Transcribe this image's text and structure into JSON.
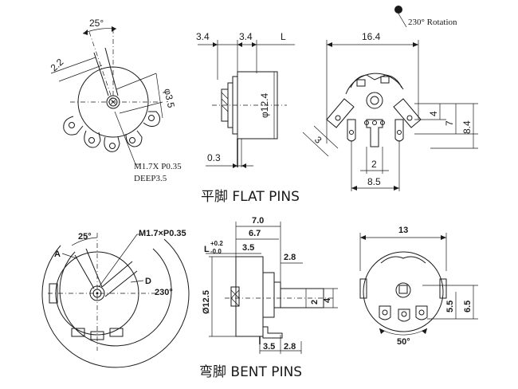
{
  "rotation": {
    "label": "230°  Rotation"
  },
  "flat": {
    "caption": "平脚 FLAT PINS",
    "front": {
      "angle": "25°",
      "width": "2.2",
      "dia": "φ3.5",
      "thread_1": "M1.7X P0.35",
      "thread_2": "DEEP3.5"
    },
    "side": {
      "d1": "3.4",
      "d2": "3.4",
      "d3": "L",
      "dia": "φ12.4",
      "thk": "0.3"
    },
    "back": {
      "width": "16.4",
      "h1": "4",
      "h2": "7",
      "h3": "8.4",
      "pin_w": "3",
      "pitch": "2",
      "span": "8.5"
    }
  },
  "bent": {
    "caption": "弯脚 BENT PINS",
    "front": {
      "angle": "25°",
      "thread": "M1.7×P0.35",
      "label_a": "A",
      "label_d": "D",
      "rotation": "230°"
    },
    "side": {
      "d1": "7.0",
      "d2": "6.7",
      "d3": "3.5",
      "d4": "2.8",
      "tol_l": "L",
      "tol_up": "+0.2",
      "tol_dn": "-0.0",
      "dia": "Ø12.5",
      "shaft": "4",
      "shaft2": "2",
      "d5": "3.5",
      "d6": "2.8"
    },
    "back": {
      "width": "13",
      "h1": "5.5",
      "h2": "6.5",
      "angle": "50°"
    }
  }
}
